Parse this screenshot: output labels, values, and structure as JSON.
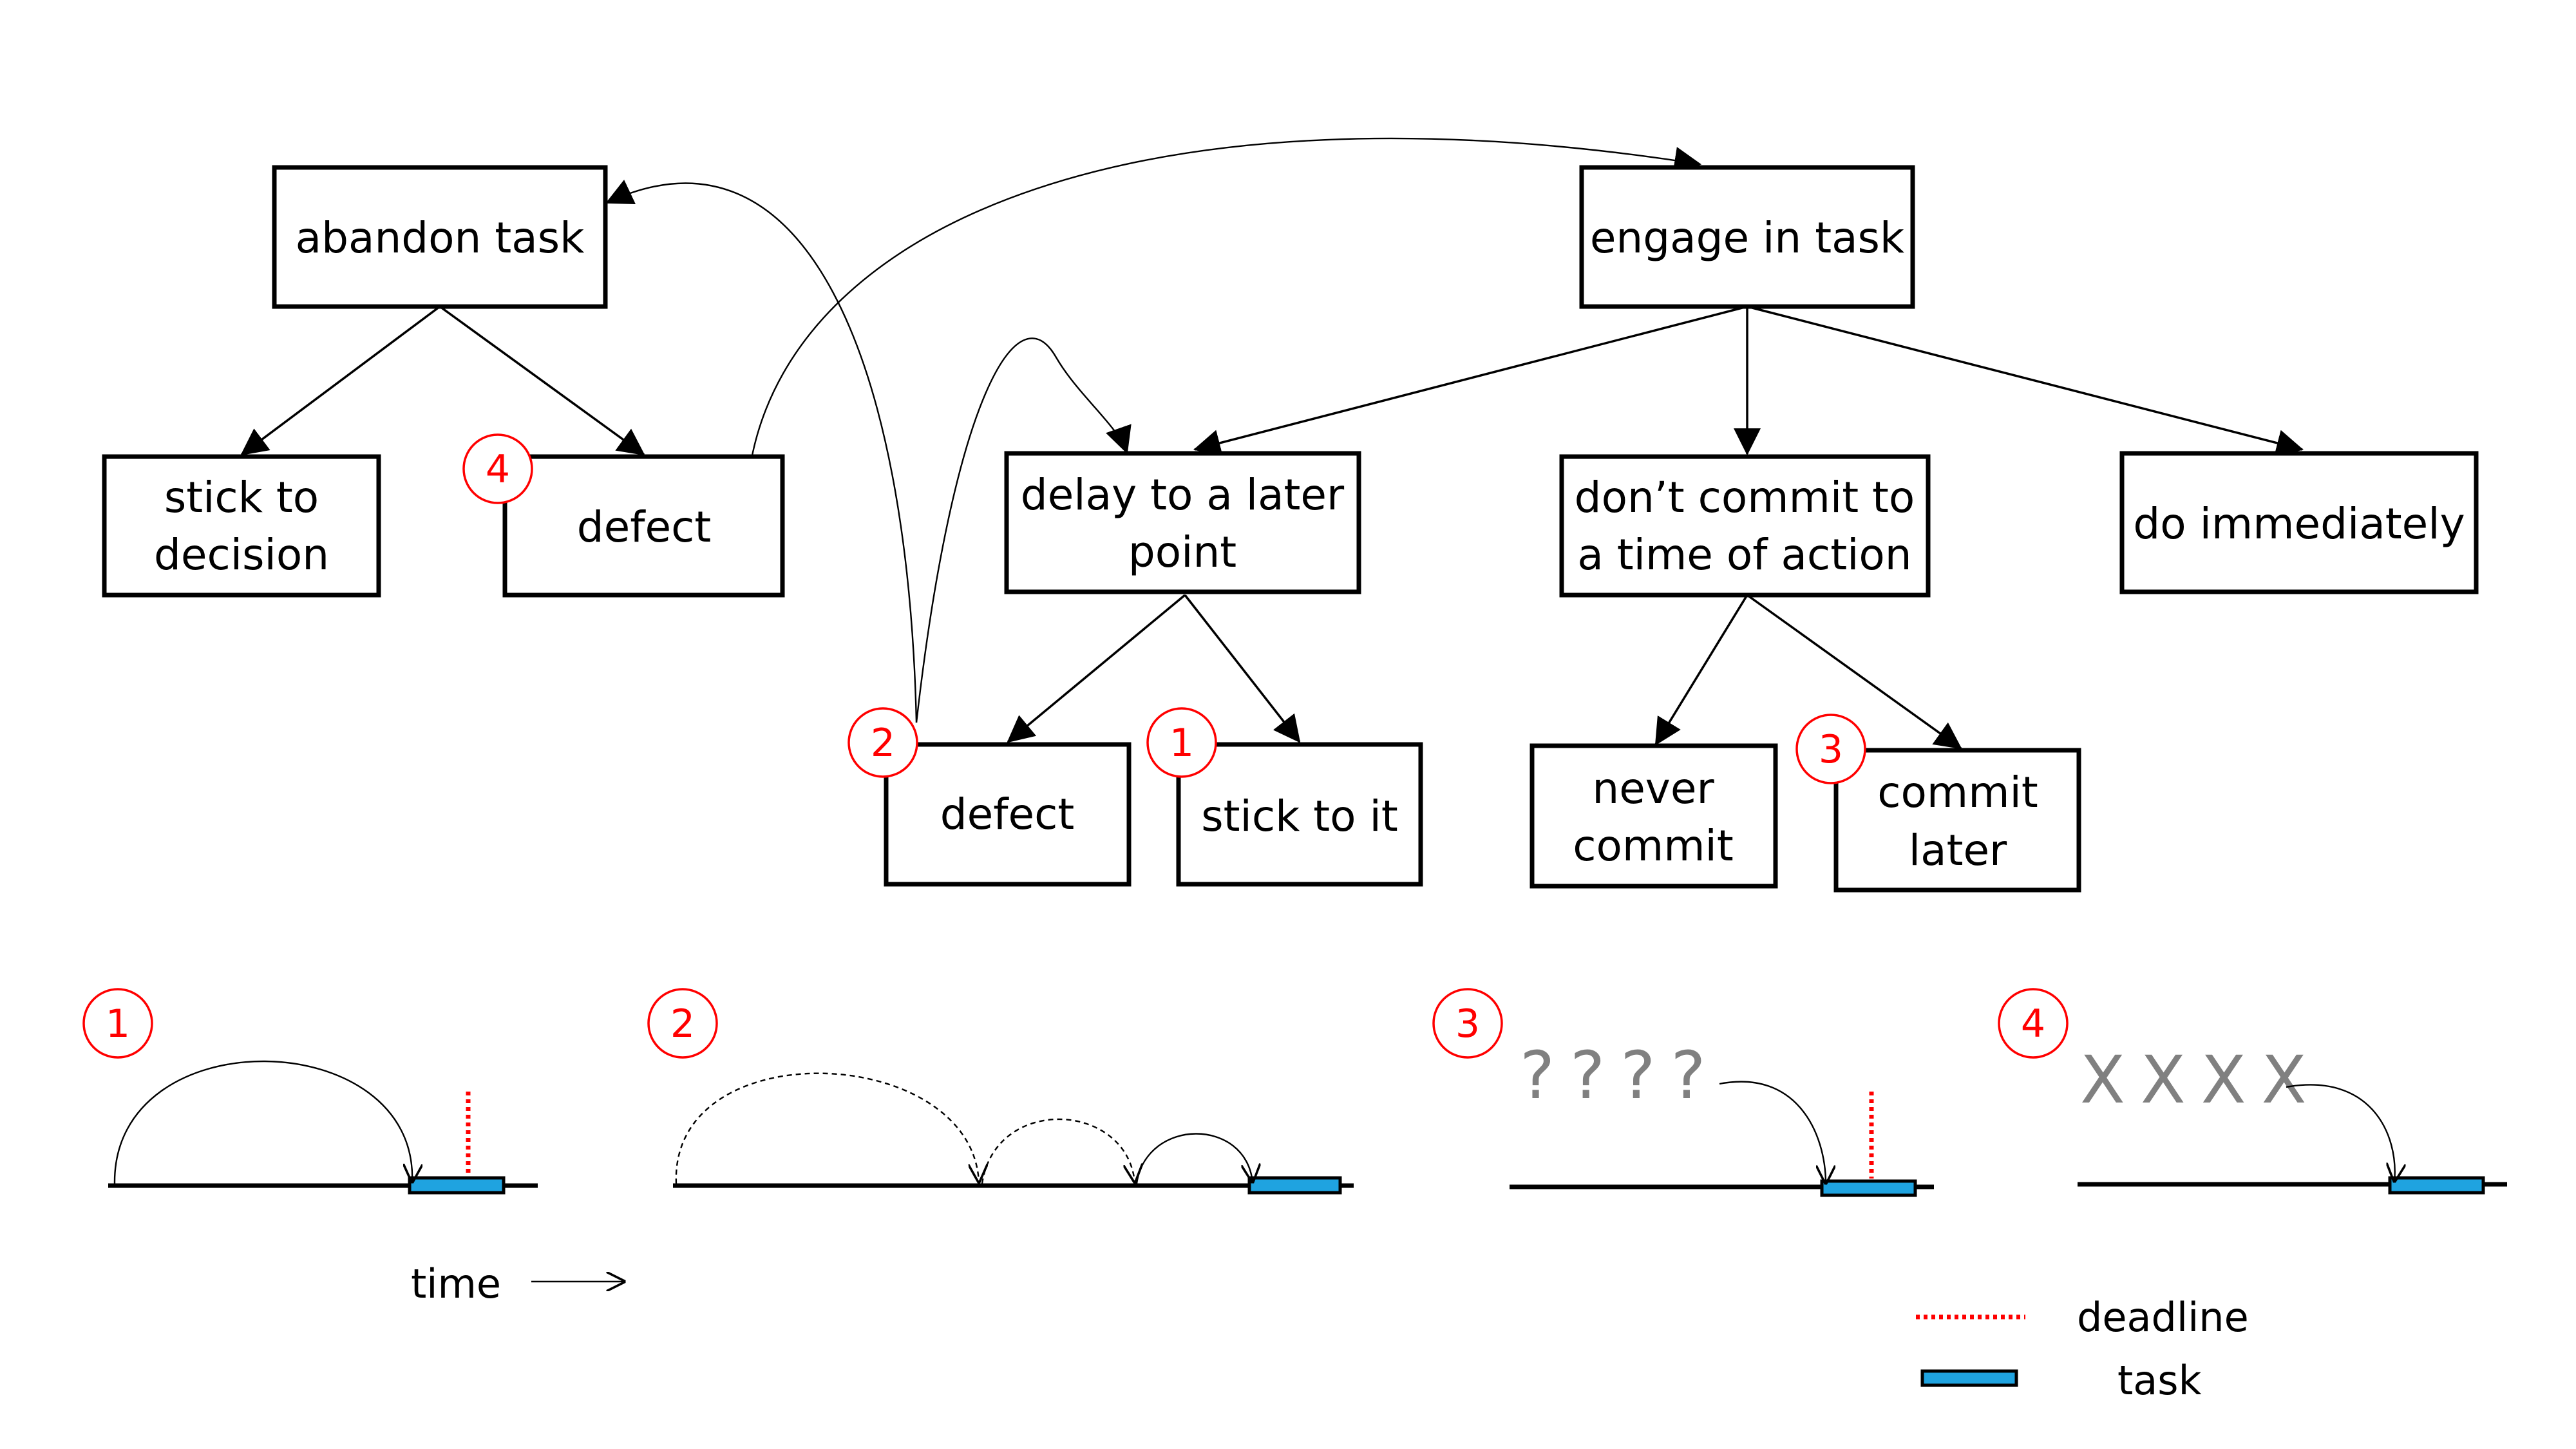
{
  "colors": {
    "accent_red": "#ff0000",
    "task_blue": "#1fa3e0",
    "marks_grey": "#808080"
  },
  "nodes": {
    "abandon_task": [
      "abandon task"
    ],
    "engage_in_task": [
      "engage in task"
    ],
    "stick_to_decision": [
      "stick to",
      "decision"
    ],
    "defect_abandon": [
      "defect"
    ],
    "delay_later": [
      "delay to a later",
      "point"
    ],
    "dont_commit": [
      "don’t commit to",
      "a time of action"
    ],
    "do_immediately": [
      "do immediately"
    ],
    "defect_delay": [
      "defect"
    ],
    "stick_to_it": [
      "stick to it"
    ],
    "never_commit": [
      "never",
      "commit"
    ],
    "commit_later": [
      "commit",
      "later"
    ]
  },
  "badges": {
    "tree_1": "1",
    "tree_2": "2",
    "tree_3": "3",
    "tree_4": "4",
    "timeline_1": "1",
    "timeline_2": "2",
    "timeline_3": "3",
    "timeline_4": "4"
  },
  "timelines": {
    "question_marks": "????",
    "x_marks": "XXXX"
  },
  "time_axis": {
    "label": "time"
  },
  "legend": {
    "deadline": "deadline",
    "task": "task"
  }
}
